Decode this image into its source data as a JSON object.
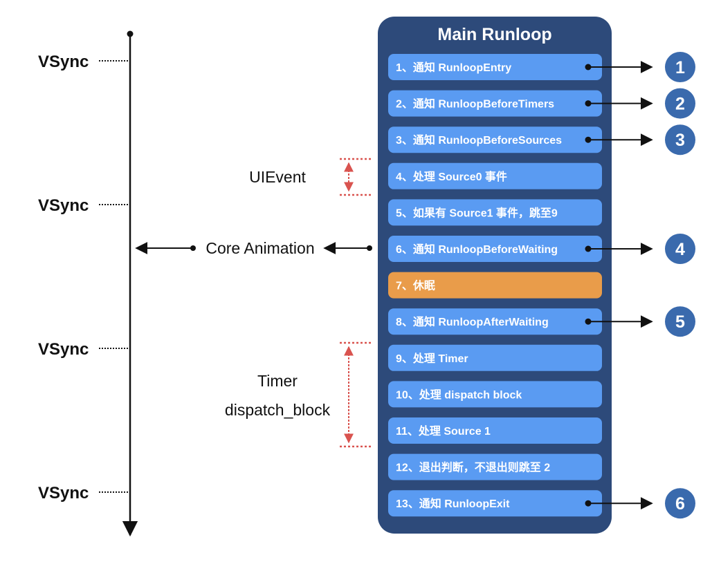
{
  "panel": {
    "title": "Main Runloop",
    "colors": {
      "panel": "#2d4a7a",
      "step": "#5a9bf2",
      "highlight": "#e99c4a",
      "badge": "#3a6aad"
    },
    "steps": [
      {
        "label": "1、通知 RunloopEntry",
        "badge": "1"
      },
      {
        "label": "2、通知 RunloopBeforeTimers",
        "badge": "2"
      },
      {
        "label": "3、通知 RunloopBeforeSources",
        "badge": "3"
      },
      {
        "label": "4、处理 Source0 事件",
        "badge": ""
      },
      {
        "label": "5、如果有 Source1 事件，跳至9",
        "badge": ""
      },
      {
        "label": "6、通知 RunloopBeforeWaiting",
        "badge": "4"
      },
      {
        "label": "7、休眠",
        "badge": "",
        "highlight": true
      },
      {
        "label": "8、通知 RunloopAfterWaiting",
        "badge": "5"
      },
      {
        "label": "9、处理 Timer",
        "badge": ""
      },
      {
        "label": "10、处理 dispatch block",
        "badge": ""
      },
      {
        "label": "11、处理 Source 1",
        "badge": ""
      },
      {
        "label": "12、退出判断，不退出则跳至 2",
        "badge": ""
      },
      {
        "label": "13、通知 RunloopExit",
        "badge": "6"
      }
    ]
  },
  "timeline": {
    "vsync_labels": [
      "VSync",
      "VSync",
      "VSync",
      "VSync"
    ]
  },
  "annotations": {
    "ui_event": "UIEvent",
    "core_animation": "Core Animation",
    "timer": "Timer",
    "dispatch_block": "dispatch_block",
    "bracket_color": "#d9534f"
  }
}
